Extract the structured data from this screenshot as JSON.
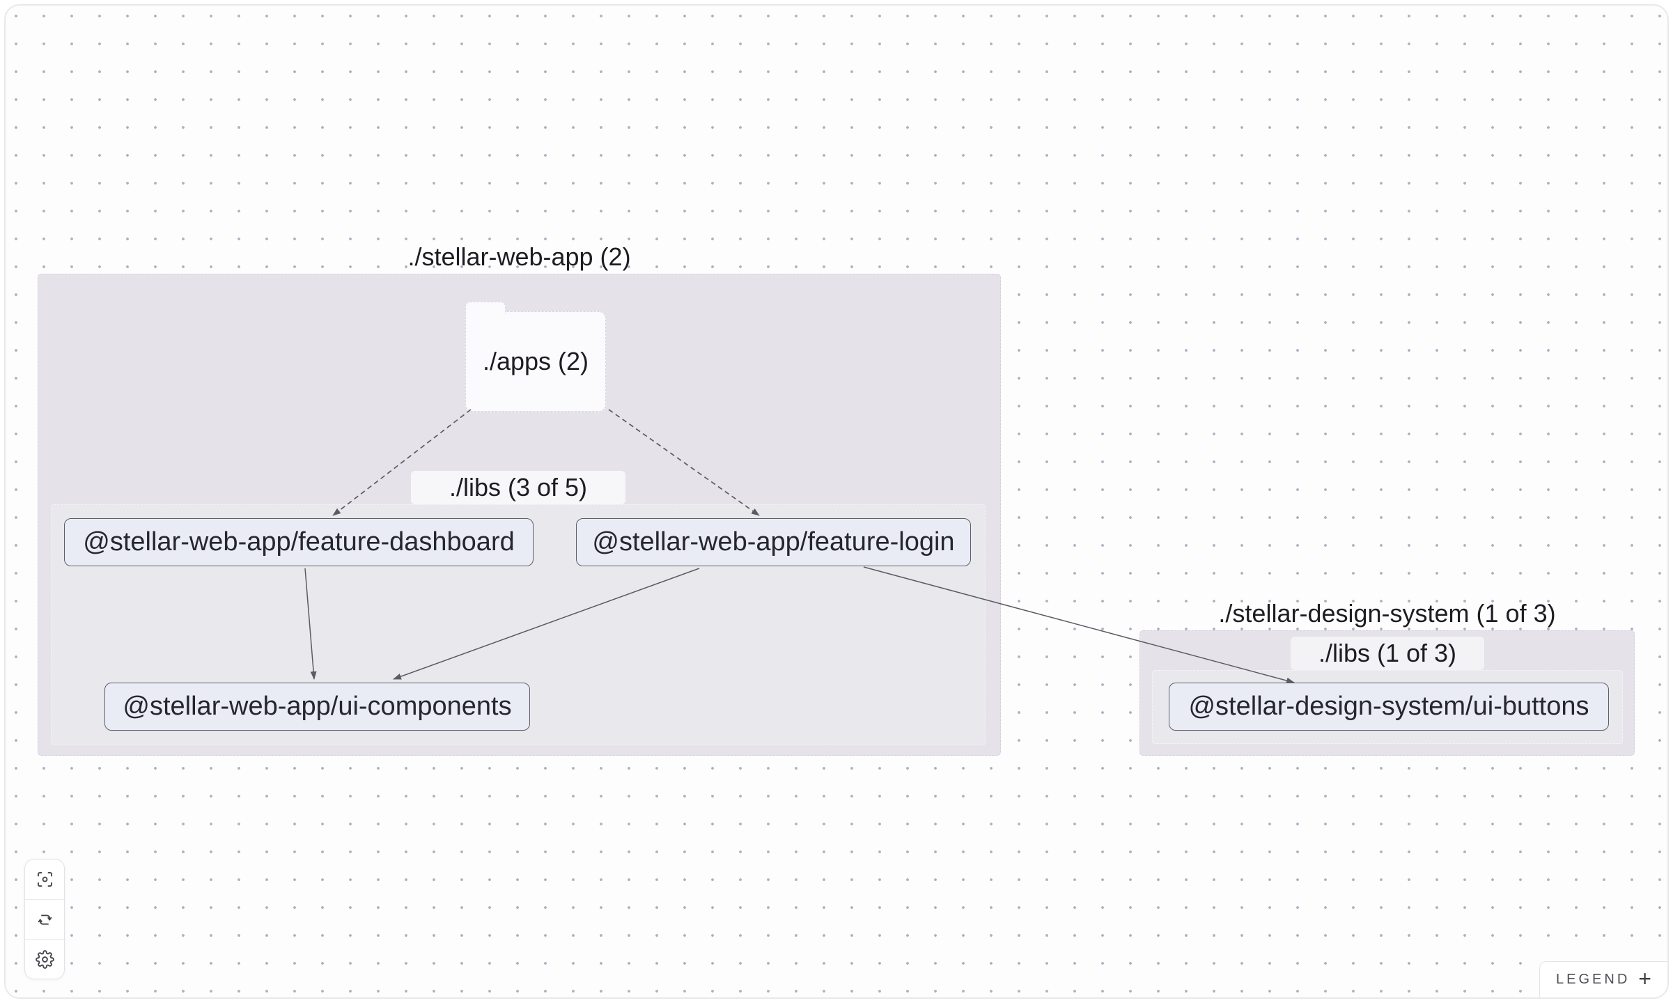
{
  "graph": {
    "clusters": [
      {
        "label": "./stellar-web-app (2)",
        "folder": {
          "label": "./apps (2)"
        },
        "sub_cluster": {
          "label": "./libs (3 of 5)"
        },
        "nodes": [
          {
            "label": "@stellar-web-app/feature-dashboard"
          },
          {
            "label": "@stellar-web-app/feature-login"
          },
          {
            "label": "@stellar-web-app/ui-components"
          }
        ]
      },
      {
        "label": "./stellar-design-system (1 of 3)",
        "sub_cluster": {
          "label": "./libs (1 of 3)"
        },
        "nodes": [
          {
            "label": "@stellar-design-system/ui-buttons"
          }
        ]
      }
    ],
    "edges": [
      {
        "from": "./apps",
        "to": "@stellar-web-app/feature-dashboard",
        "style": "dashed"
      },
      {
        "from": "./apps",
        "to": "@stellar-web-app/feature-login",
        "style": "dashed"
      },
      {
        "from": "@stellar-web-app/feature-dashboard",
        "to": "@stellar-web-app/ui-components",
        "style": "solid"
      },
      {
        "from": "@stellar-web-app/feature-login",
        "to": "@stellar-web-app/ui-components",
        "style": "solid"
      },
      {
        "from": "@stellar-web-app/feature-login",
        "to": "@stellar-design-system/ui-buttons",
        "style": "solid"
      }
    ]
  },
  "toolbar": {
    "buttons": [
      {
        "icon": "focus-icon"
      },
      {
        "icon": "refresh-icon"
      },
      {
        "icon": "settings-icon"
      }
    ]
  },
  "legend": {
    "label": "LEGEND",
    "expand_symbol": "+"
  },
  "colors": {
    "canvas_background": "#fdfdfe",
    "grid_dot": "#a8b3c5",
    "cluster_fill": "#e5e3e9",
    "node_fill": "#e9ecf5",
    "node_border": "#5d5d68",
    "edge": "#5b5b64",
    "label_text": "#1c1c21"
  }
}
